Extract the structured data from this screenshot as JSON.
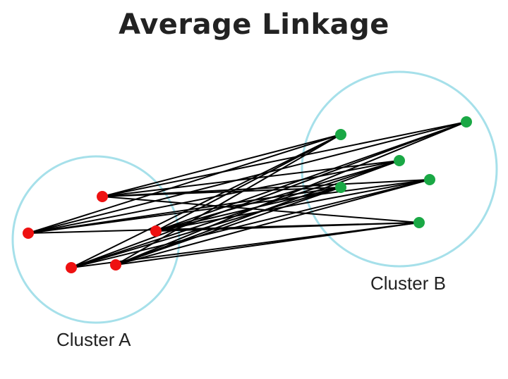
{
  "title": "Average Linkage",
  "clusters": [
    {
      "name": "Cluster A",
      "point_color": "#ee1111",
      "outline_color": "#a6e0ea"
    },
    {
      "name": "Cluster B",
      "point_color": "#1aa845",
      "outline_color": "#a6e0ea"
    }
  ],
  "line_color": "#000000"
}
